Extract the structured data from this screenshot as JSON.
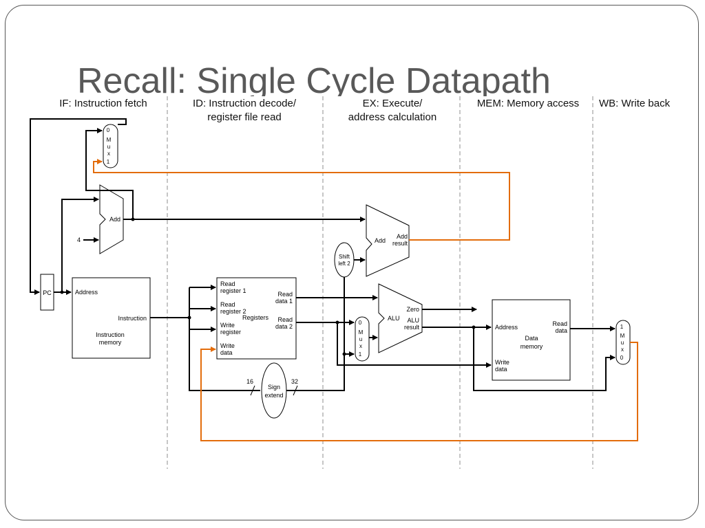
{
  "slide": {
    "title": "Recall: Single Cycle Datapath"
  },
  "stages": {
    "if": "IF: Instruction fetch",
    "id_line1": "ID: Instruction decode/",
    "id_line2": "register file read",
    "ex_line1": "EX: Execute/",
    "ex_line2": "address calculation",
    "mem": "MEM: Memory access",
    "wb": "WB: Write back"
  },
  "blocks": {
    "pc": "PC",
    "const4": "4",
    "add_pc": "Add",
    "add_branch_in": "Add",
    "add_branch_out1": "Add",
    "add_branch_out2": "result",
    "shift1": "Shift",
    "shift2": "left 2",
    "imem_address": "Address",
    "imem_instruction": "Instruction",
    "imem_name1": "Instruction",
    "imem_name2": "memory",
    "reg_read1_a": "Read",
    "reg_read1_b": "register 1",
    "reg_read2_a": "Read",
    "reg_read2_b": "register 2",
    "reg_write_a": "Write",
    "reg_write_b": "register",
    "reg_wdata_a": "Write",
    "reg_wdata_b": "data",
    "reg_rdata1_a": "Read",
    "reg_rdata1_b": "data 1",
    "reg_rdata2_a": "Read",
    "reg_rdata2_b": "data 2",
    "reg_name": "Registers",
    "sign1": "Sign",
    "sign2": "extend",
    "width16": "16",
    "width32": "32",
    "alu": "ALU",
    "alu_zero": "Zero",
    "alu_result1": "ALU",
    "alu_result2": "result",
    "dmem_address": "Address",
    "dmem_read1": "Read",
    "dmem_read2": "data",
    "dmem_name1": "Data",
    "dmem_name2": "memory",
    "dmem_write1": "Write",
    "dmem_write2": "data",
    "mux_pc": [
      "0",
      "M",
      "u",
      "x",
      "1"
    ],
    "mux_alu": [
      "0",
      "M",
      "u",
      "x",
      "1"
    ],
    "mux_wb": [
      "1",
      "M",
      "u",
      "x",
      "0"
    ]
  },
  "colors": {
    "wire": "#000000",
    "feedback": "#e36c0a",
    "divider": "#8c8c8c",
    "title": "#595959"
  }
}
